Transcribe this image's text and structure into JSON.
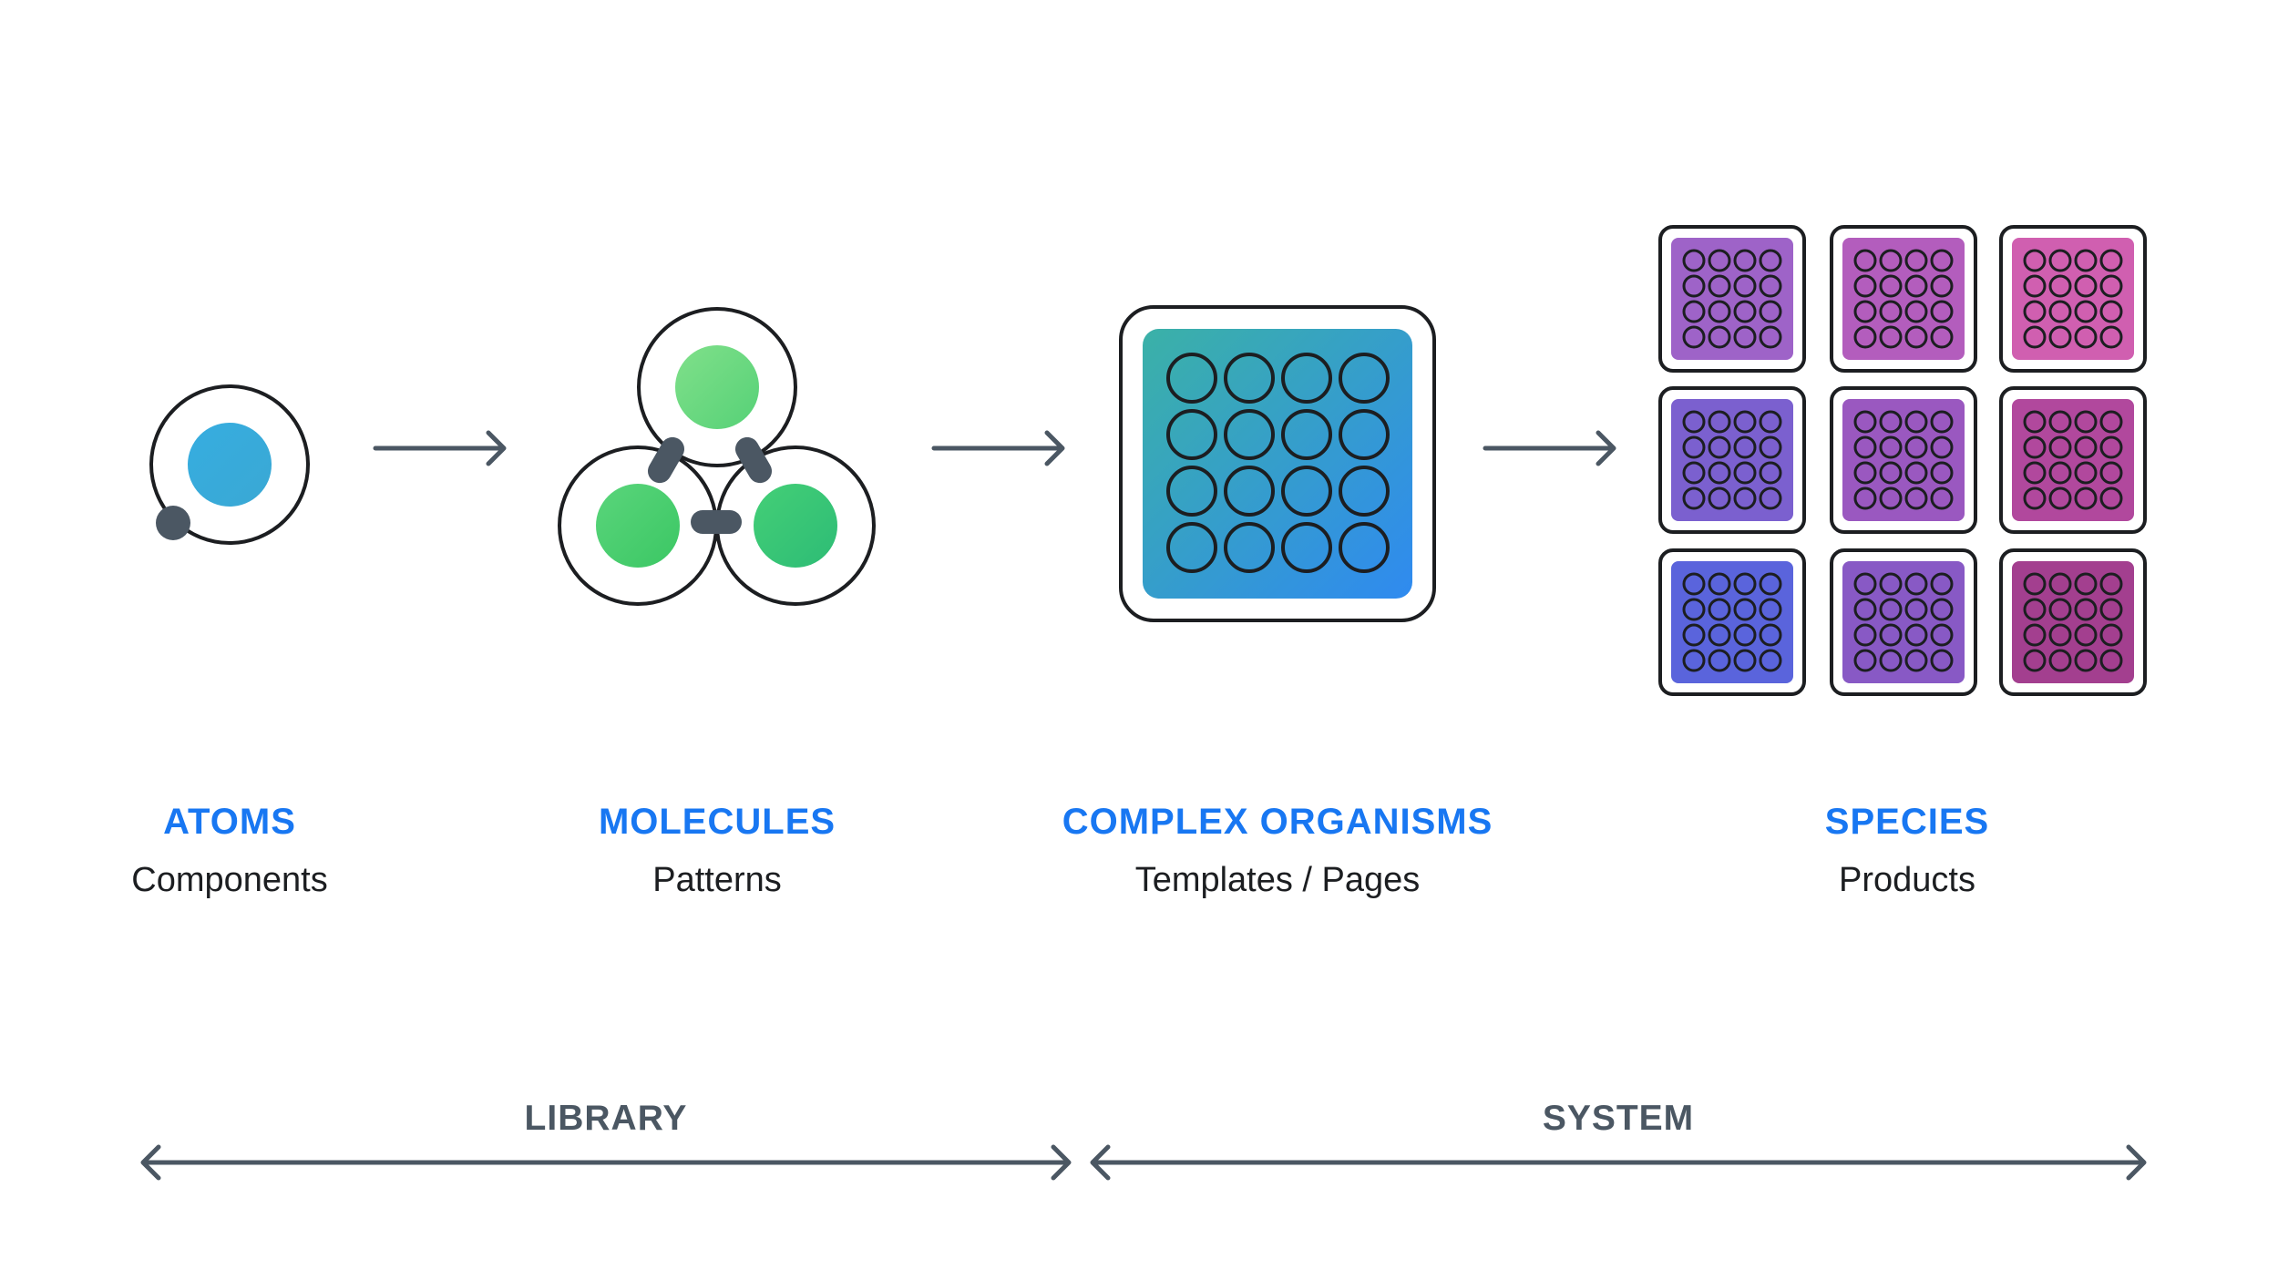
{
  "colors": {
    "accent": "#1877f2",
    "outline": "#1c1e21",
    "arrow": "#4b5763",
    "atom_gradient": [
      "#36ade0",
      "#3aa8d4"
    ],
    "molecule_top": [
      "#80e08a",
      "#56d177"
    ],
    "molecule_left": [
      "#5ad57b",
      "#3bc764"
    ],
    "molecule_right": [
      "#44cf77",
      "#2dbc75"
    ],
    "organism_gradient": [
      "#3bb1a7",
      "#2f8af0"
    ],
    "species_grid": [
      [
        "#9e63c8",
        "#b35dbd",
        "#d05fb0"
      ],
      [
        "#7b60cf",
        "#9a58c0",
        "#b1489d"
      ],
      [
        "#5a64dc",
        "#8859c5",
        "#a33f8f"
      ]
    ]
  },
  "stages": [
    {
      "title": "ATOMS",
      "subtitle": "Components",
      "icon": "atom-icon"
    },
    {
      "title": "MOLECULES",
      "subtitle": "Patterns",
      "icon": "molecule-icon"
    },
    {
      "title": "COMPLEX ORGANISMS",
      "subtitle": "Templates / Pages",
      "icon": "organism-icon"
    },
    {
      "title": "SPECIES",
      "subtitle": "Products",
      "icon": "species-icon"
    }
  ],
  "ranges": [
    {
      "label": "LIBRARY"
    },
    {
      "label": "SYSTEM"
    }
  ]
}
